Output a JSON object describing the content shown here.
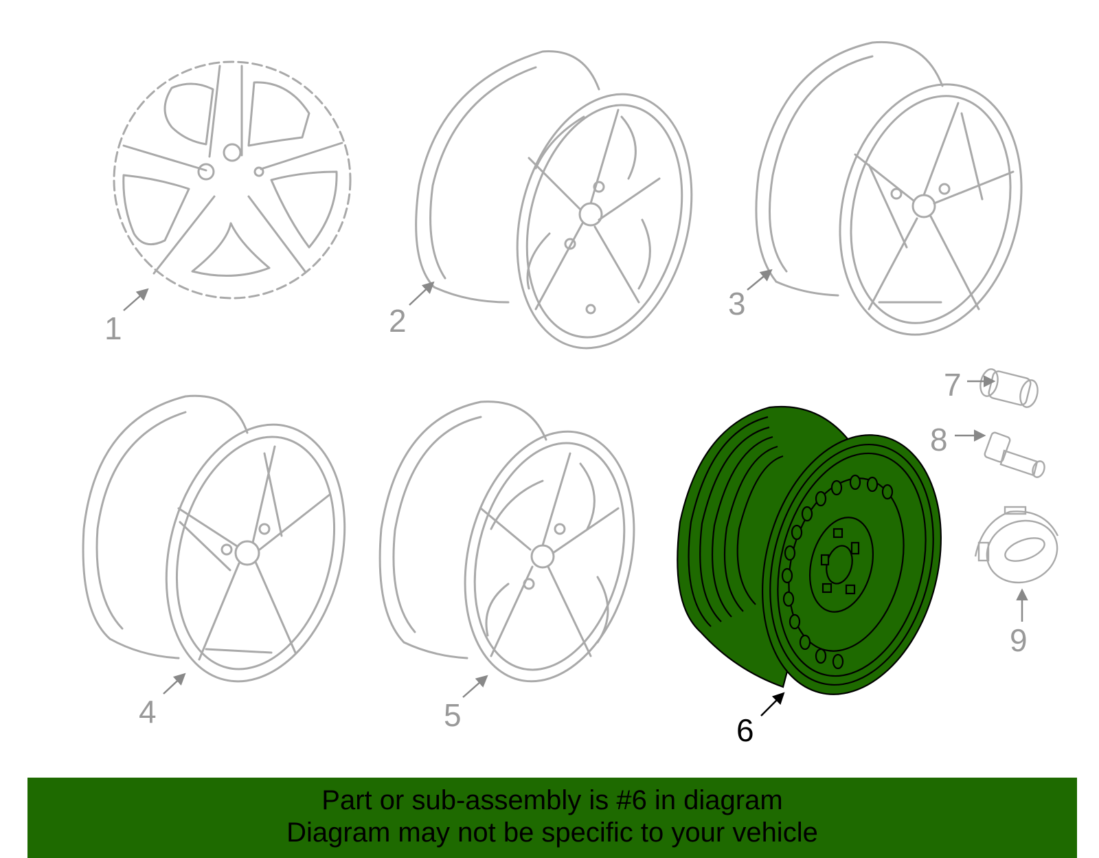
{
  "diagram": {
    "highlight_color": "#1e6a00",
    "part_color": "#a9a9a9",
    "callouts": [
      "1",
      "2",
      "3",
      "4",
      "5",
      "6",
      "7",
      "8",
      "9"
    ],
    "highlighted_callout": "6"
  },
  "banner": {
    "line1": "Part or sub-assembly is #6 in diagram",
    "line2": "Diagram may not be specific to your vehicle"
  }
}
